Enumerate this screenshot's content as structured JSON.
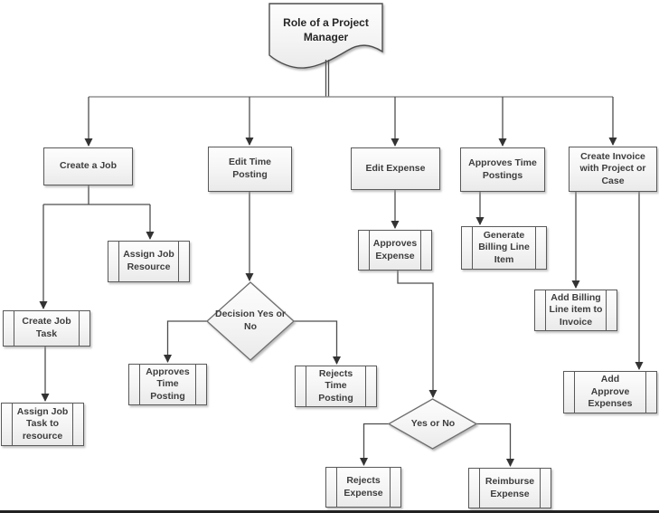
{
  "diagram": {
    "colors": {
      "shape_border": "#595959",
      "connector": "#4d4d4d",
      "arrowhead": "#333333",
      "shape_fill_top": "#fdfdfd",
      "shape_fill_bottom": "#eaeaea",
      "text": "#3d3d3d"
    },
    "nodes": {
      "role": {
        "label": "Role of a Project Manager",
        "shape": "document"
      },
      "create_job": {
        "label": "Create a Job",
        "shape": "process"
      },
      "edit_time_posting": {
        "label": "Edit Time Posting",
        "shape": "process"
      },
      "edit_expense": {
        "label": "Edit Expense",
        "shape": "process"
      },
      "approves_time_postings": {
        "label": "Approves Time Postings",
        "shape": "process"
      },
      "create_invoice": {
        "label": "Create Invoice with Project or Case",
        "shape": "process"
      },
      "assign_job_resource": {
        "label": "Assign Job Resource",
        "shape": "subprocess"
      },
      "create_job_task": {
        "label": "Create Job Task",
        "shape": "subprocess"
      },
      "assign_job_task_to_resource": {
        "label": "Assign Job Task to resource",
        "shape": "subprocess"
      },
      "decision_time": {
        "label": "Decision Yes or No",
        "shape": "decision"
      },
      "approves_time_posting": {
        "label": "Approves Time Posting",
        "shape": "subprocess"
      },
      "rejects_time_posting": {
        "label": "Rejects Time Posting",
        "shape": "subprocess"
      },
      "approves_expense": {
        "label": "Approves Expense",
        "shape": "subprocess"
      },
      "generate_billing_line_item": {
        "label": "Generate Billing Line Item",
        "shape": "subprocess"
      },
      "add_billing_line_item_to_invoice": {
        "label": "Add Billing Line item to Invoice",
        "shape": "subprocess"
      },
      "add_approve_expenses": {
        "label": "Add Approve Expenses",
        "shape": "subprocess"
      },
      "decision_expense": {
        "label": "Yes or No",
        "shape": "decision"
      },
      "rejects_expense": {
        "label": "Rejects Expense",
        "shape": "subprocess"
      },
      "reimburse_expense": {
        "label": "Reimburse Expense",
        "shape": "subprocess"
      }
    }
  }
}
